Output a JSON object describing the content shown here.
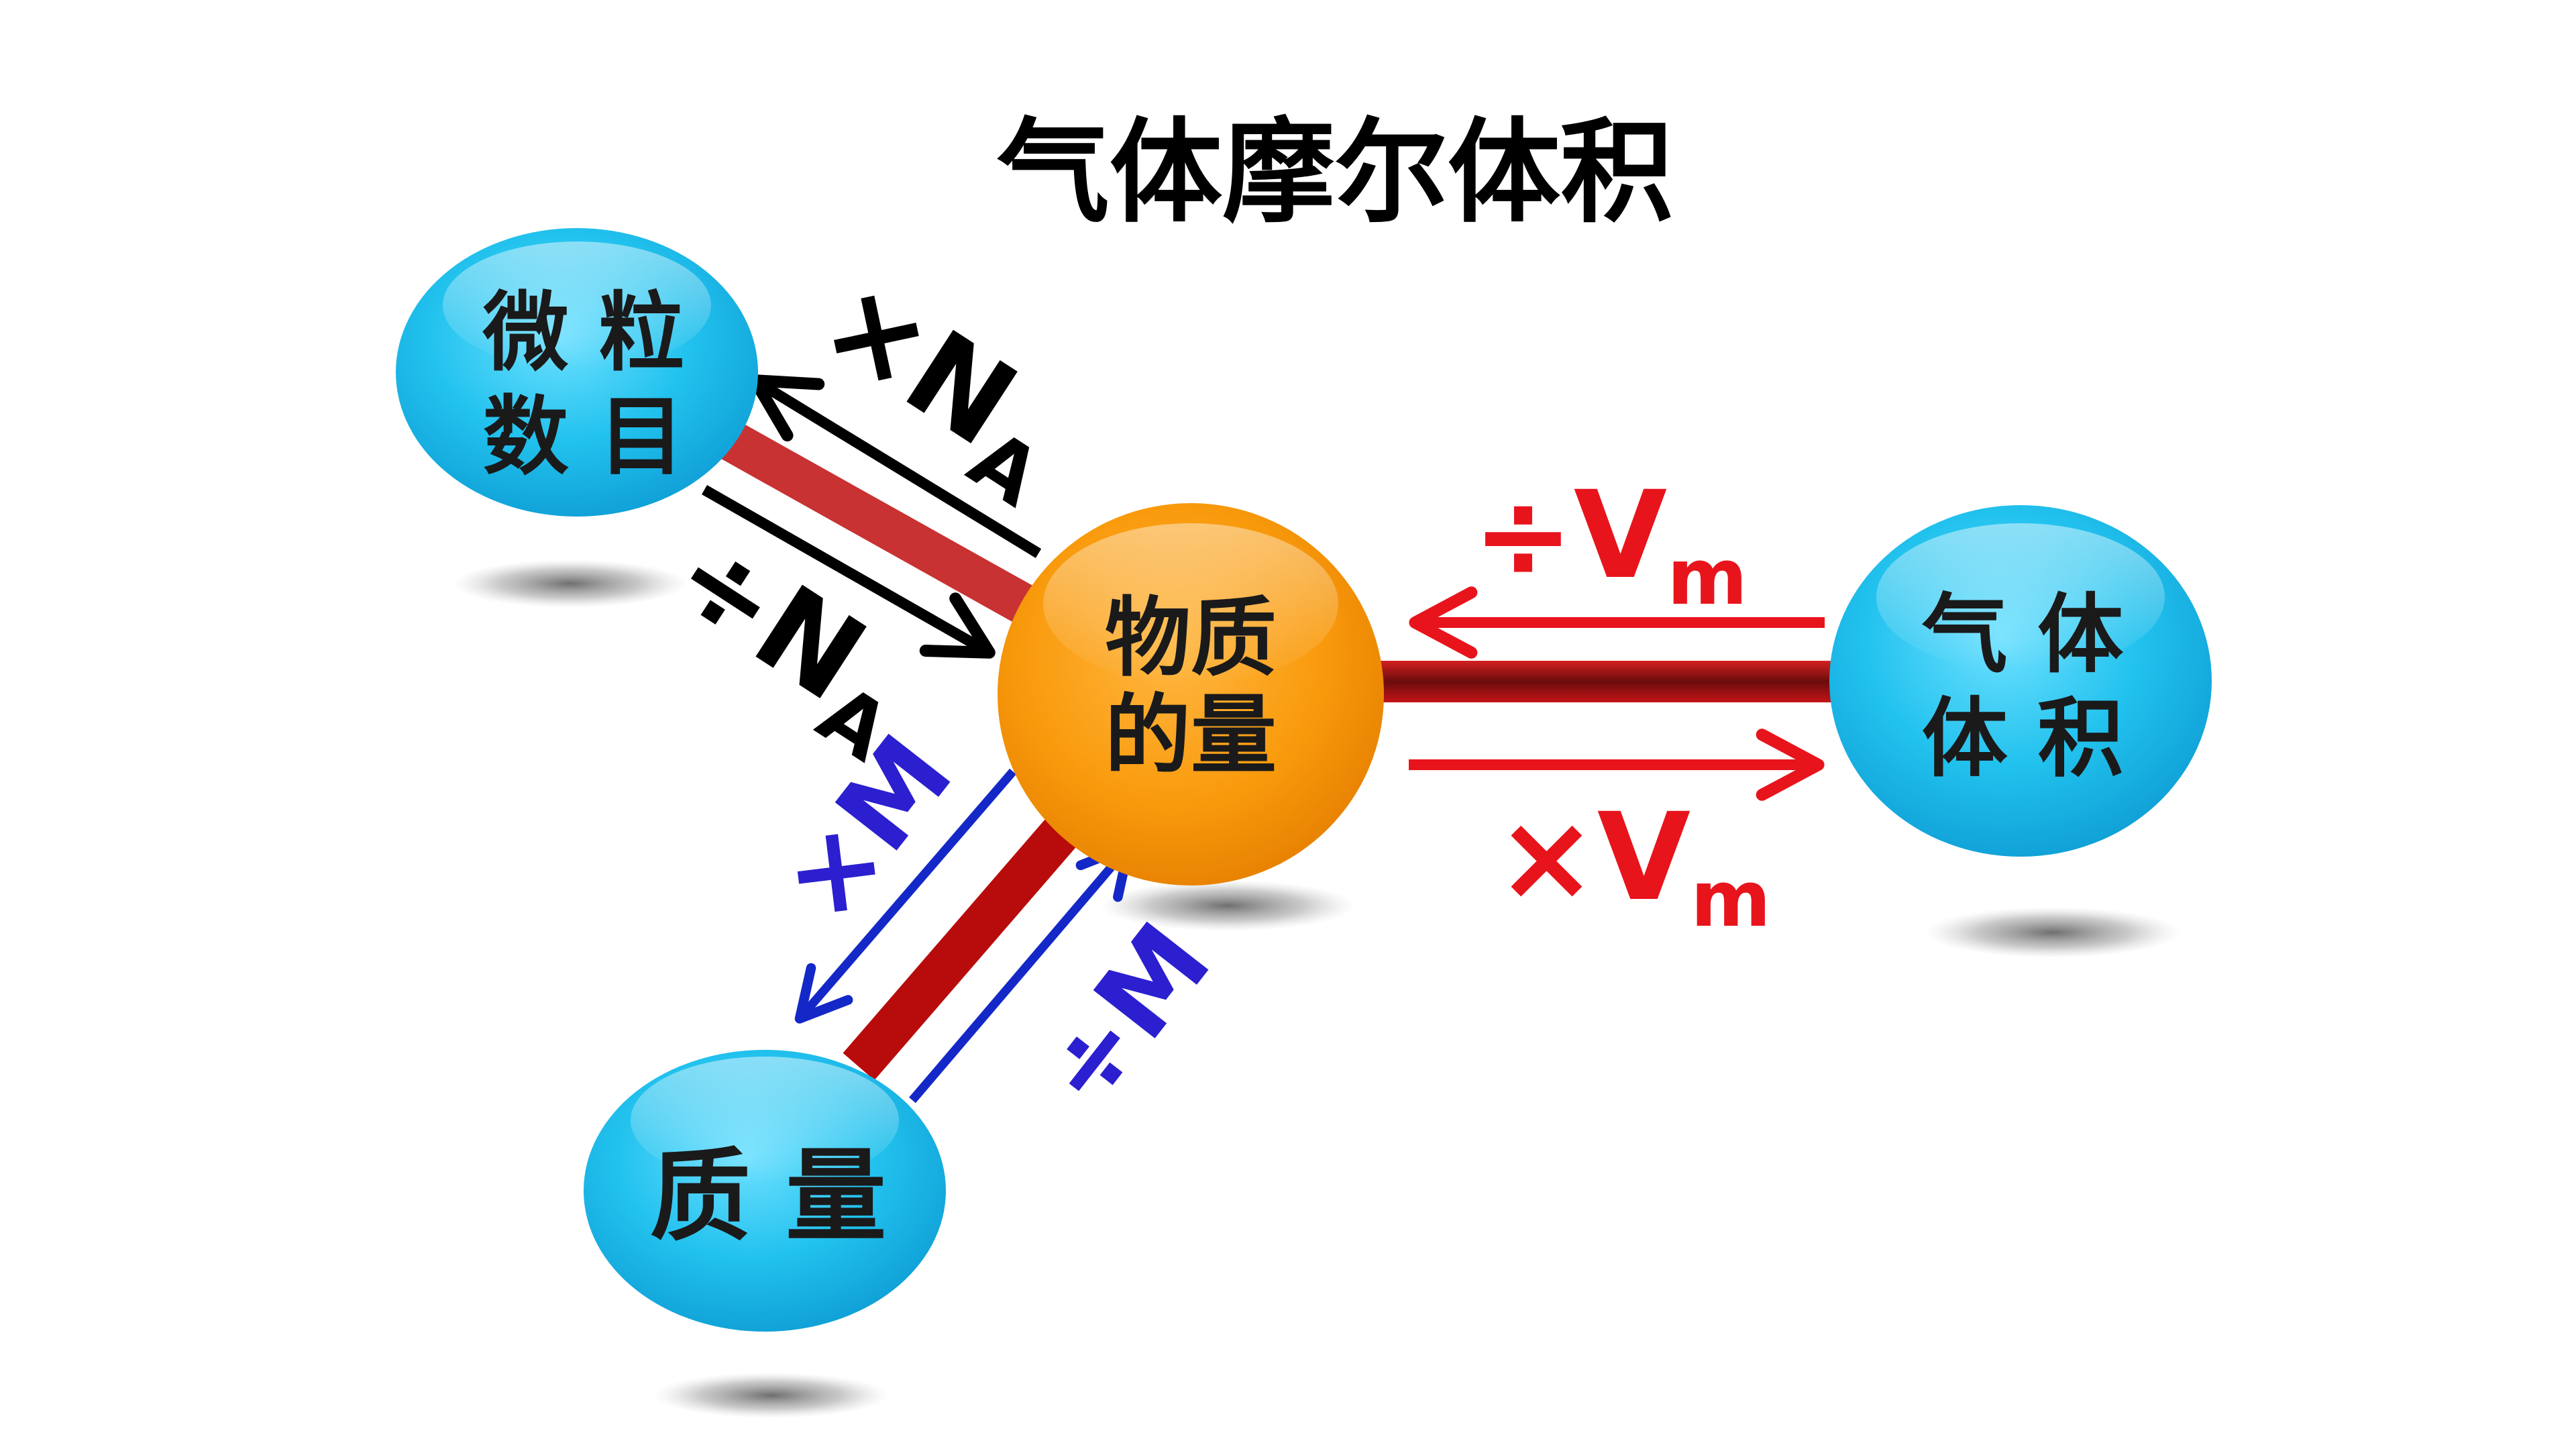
{
  "title": "气体摩尔体积",
  "nodes": {
    "particles": {
      "line1": "微 粒",
      "line2": "数 目"
    },
    "amount": {
      "line1": "物质",
      "line2": "的量"
    },
    "gas_volume": {
      "line1": "气 体",
      "line2": "体 积"
    },
    "mass": {
      "label": "质 量"
    }
  },
  "relations": {
    "times_na": {
      "operator": "×",
      "symbol": "N",
      "subscript": "A"
    },
    "div_na": {
      "operator": "÷",
      "symbol": "N",
      "subscript": "A"
    },
    "div_vm": {
      "operator": "÷",
      "symbol": "V",
      "subscript": "m"
    },
    "times_vm": {
      "operator": "×",
      "symbol": "V",
      "subscript": "m"
    },
    "times_m": {
      "operator": "×",
      "symbol": "M"
    },
    "div_m": {
      "operator": "÷",
      "symbol": "M"
    }
  },
  "colors": {
    "black_arrows": "#000000",
    "red_arrows": "#e8141c",
    "blue_arrows": "#1428c8",
    "blue_text": "#2b1fd0",
    "node_blue": "#1ec0ee",
    "node_orange": "#f79a10",
    "link_red": "#c41418"
  }
}
